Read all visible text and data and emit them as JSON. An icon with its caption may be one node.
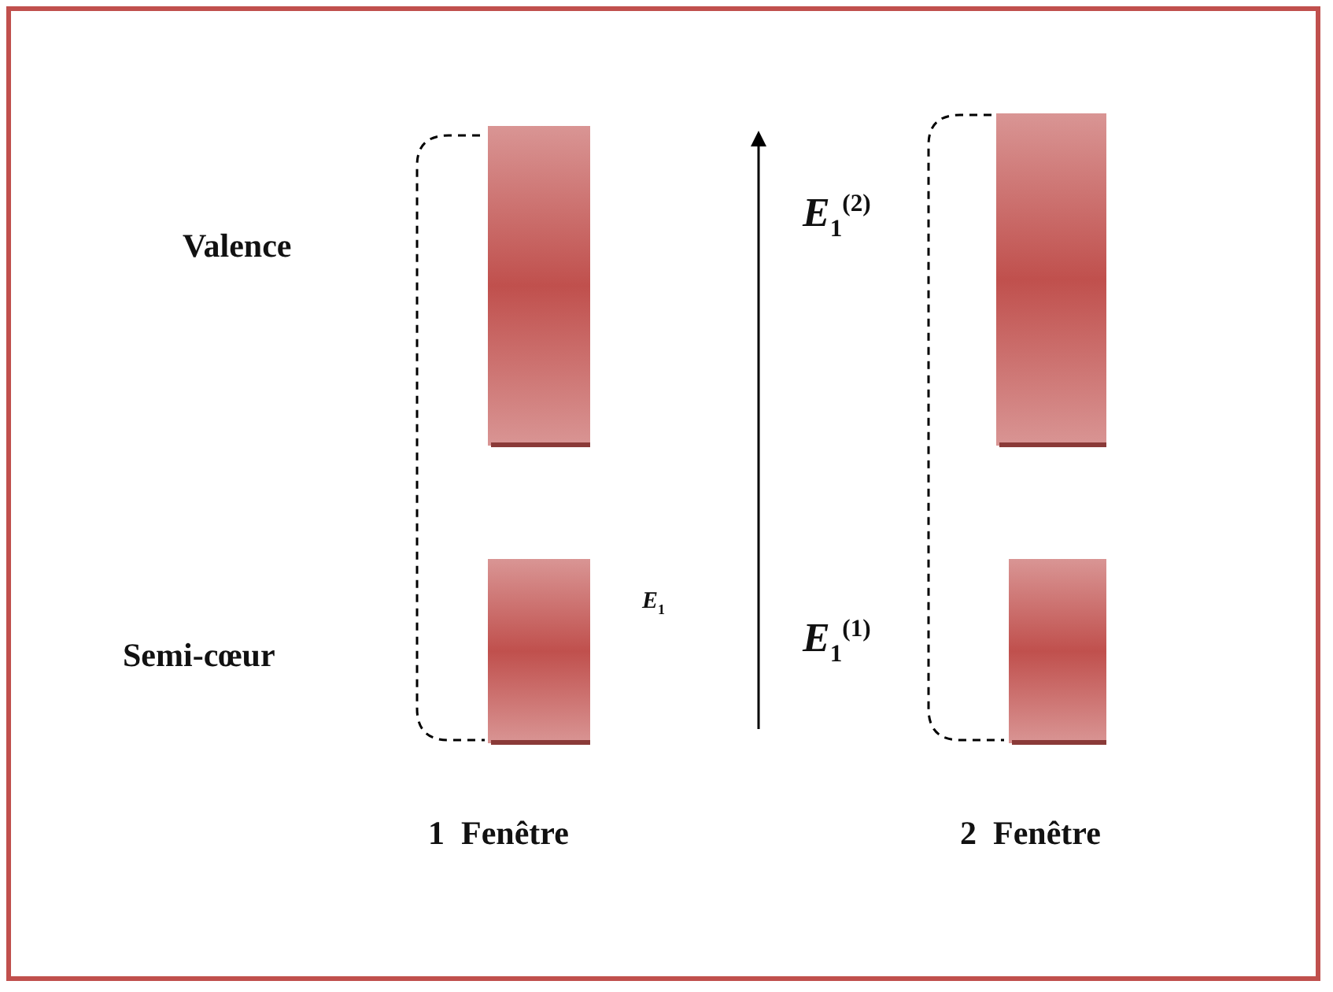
{
  "diagram": {
    "labels": [
      "*E*$_{1}$$^{(2)}$",
      "Valence",
      "*E*$_{1}$",
      "*E*$_{1}$$^{(1)}$",
      "Semi-cœur",
      "1  Fenêtre",
      "2  Fenêtre"
    ]
  }
}
